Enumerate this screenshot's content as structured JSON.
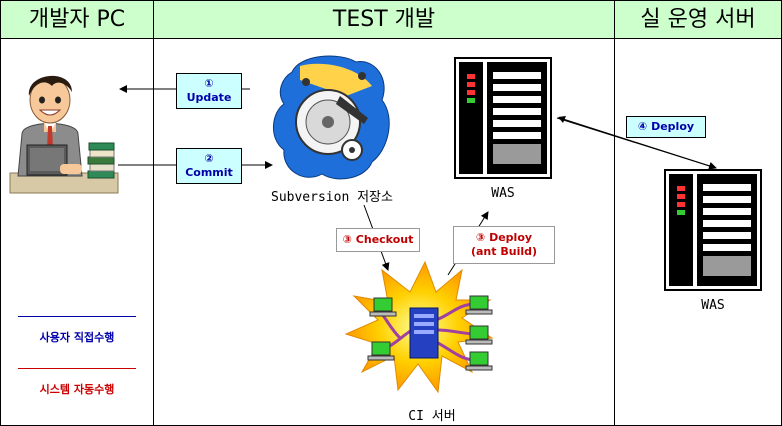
{
  "columns": {
    "developer_pc": "개발자 PC",
    "test_dev": "TEST 개발",
    "production": "실 운영 서버"
  },
  "steps": {
    "update": {
      "num": "①",
      "label": "Update"
    },
    "commit": {
      "num": "②",
      "label": "Commit"
    },
    "deploy_prod": {
      "num": "④",
      "label": "Deploy"
    },
    "checkout": {
      "num": "③",
      "label": "Checkout"
    },
    "deploy_ci": {
      "num": "③",
      "label": "Deploy",
      "sub": "(ant Build)"
    }
  },
  "nodes": {
    "svn": "Subversion 저장소",
    "was_test": "WAS",
    "was_prod": "WAS",
    "ci": "CI 서버"
  },
  "legend": {
    "manual": "사용자 직접수행",
    "system": "시스템 자동수행",
    "manual_color": "#0000aa",
    "system_color": "#cc0000"
  }
}
